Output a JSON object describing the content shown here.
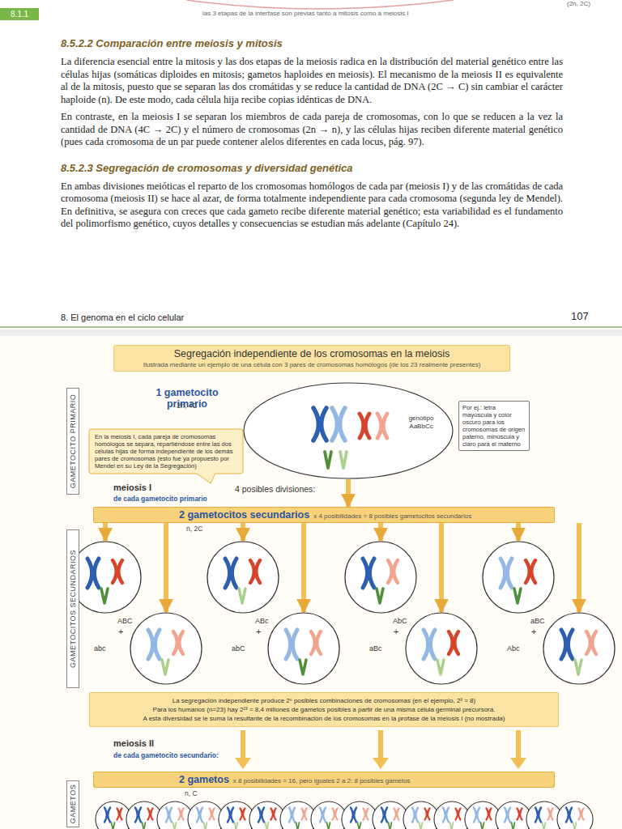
{
  "diagram": {
    "nodes": [
      {
        "text": [
          "Segregación independiente de los cromosomas en la meiosis",
          "Ilustrada mediante un ejemplo de una célula con 3 pares de cromosomas homólogos (de los 23 realmente presentes)"
        ]
      },
      {
        "text": [
          "1 gametocito primario",
          "2n, 4C"
        ]
      },
      {
        "text": [
          "En la meiosis I, cada pareja de cromosomas homólogos se separa, repartiéndose entre las dos células hijas de forma independiente de los demás pares de cromosomas (esto fue ya propuesto por Mendel en su Ley de la Segregación)"
        ]
      },
      {
        "text": [
          "Por ej.: letra mayúscula y color oscuro para los cromosomas de origen paterno, minúscula y claro para el materno"
        ]
      },
      {
        "text": [
          "2 gametocitos secundarios",
          "x 4 posibilidades = 8 posibles gametocitos secundarios"
        ]
      },
      {
        "text": [
          "ABC"
        ]
      },
      {
        "text": [
          "abc"
        ]
      },
      {
        "text": [
          "ABc"
        ]
      },
      {
        "text": [
          "abC"
        ]
      },
      {
        "text": [
          "AbC"
        ]
      },
      {
        "text": [
          "aBc"
        ]
      },
      {
        "text": [
          "aBC"
        ]
      },
      {
        "text": [
          "Abc"
        ]
      },
      {
        "text": [
          "La segregación independiente produce 2ⁿ posibles combinaciones de cromosomas (en el ejemplo, 2³ = 8)",
          "Para los humanos (n=23) hay 2²³ = 8,4 millones de gametos posibles a partir de una misma célula germinal precursora.",
          "A esta diversidad se le suma la resultante de la recombinación de los cromosomas en la profase de la meiosis I (no mostrada)"
        ]
      },
      {
        "text": [
          "2 gametos",
          "x 8 posibilidades = 16, pero iguales 2 a 2: 8 posibles gametos"
        ]
      }
    ],
    "edges": [
      {
        "from": 1,
        "to": 4,
        "arrow": "to"
      },
      {
        "from": 4,
        "to": 5,
        "arrow": "to"
      },
      {
        "from": 4,
        "to": 6,
        "arrow": "to"
      },
      {
        "from": 4,
        "to": 7,
        "arrow": "to"
      },
      {
        "from": 4,
        "to": 8,
        "arrow": "to"
      },
      {
        "from": 4,
        "to": 9,
        "arrow": "to"
      },
      {
        "from": 4,
        "to": 10,
        "arrow": "to"
      },
      {
        "from": 4,
        "to": 11,
        "arrow": "to"
      },
      {
        "from": 4,
        "to": 12,
        "arrow": "to"
      }
    ],
    "labels": [
      "8.1.1",
      "las 3 etapas de la interfase son previas tanto a mitosis como a meiosis I",
      "(2n, 2C)",
      "8.5.2.2 Comparación entre meiosis y mitosis",
      "La diferencia esencial entre la mitosis y las dos etapas de la meiosis radica en la distribución del material genético entre las células hijas (somáticas diploides en mitosis; gametos haploides en meiosis). El mecanismo de la meiosis II es equivalente al de la mitosis, puesto que se separan las dos cromátidas y se reduce la cantidad de DNA (2C → C) sin cambiar el carácter haploide (n). De este modo, cada célula hija recibe copias idénticas de DNA.",
      "En contraste, en la meiosis I se separan los miembros de cada pareja de cromosomas, con lo que se reducen a la vez la cantidad de DNA (4C → 2C) y el número de cromosomas (2n → n), y las células hijas reciben diferente material genético (pues cada cromosoma de un par puede contener alelos diferentes en cada locus, pág. 97).",
      "8.5.2.3 Segregación de cromosomas y diversidad genética",
      "En ambas divisiones meióticas el reparto de los cromosomas homólogos de cada par (meiosis I) y de las cromátidas de cada cromosoma (meiosis II) se hace al azar, de forma totalmente independiente para cada cromosoma (segunda ley de Mendel). En definitiva, se asegura con creces que cada gameto recibe diferente material genético; esta variabilidad es el fundamento del polimorfismo genético, cuyos detalles y consecuencias se estudian más adelante (Capítulo 24).",
      "8. El genoma en el ciclo celular",
      "107",
      "GAMETOCITO PRIMARIO",
      "GAMETOCITOS SECUNDARIOS",
      "GAMETOS",
      "genotipo AaBbCc",
      "meiosis I",
      "de cada gametocito primario",
      "4 posibles divisiones:",
      "+",
      "+",
      "+",
      "+",
      "meiosis II",
      "de cada gametocito secundario:",
      "n, 2C",
      "n, C"
    ]
  }
}
